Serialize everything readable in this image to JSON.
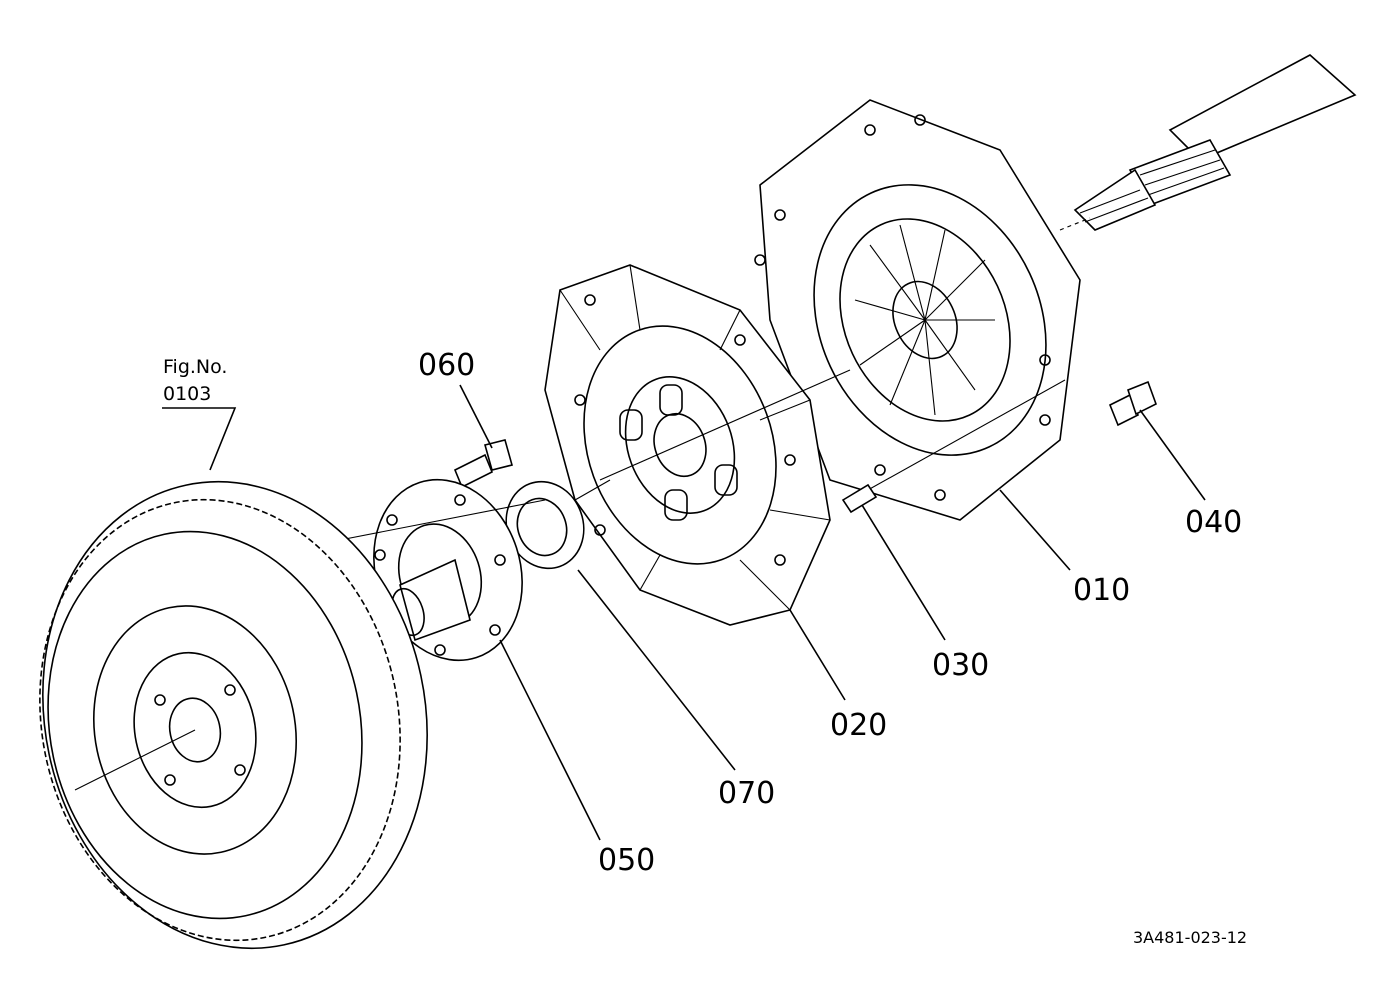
{
  "figure": {
    "ref_label_line1": "Fig.No.",
    "ref_label_line2": "0103",
    "drawing_code": "3A481-023-12"
  },
  "callouts": [
    {
      "id": "010",
      "label": "010"
    },
    {
      "id": "020",
      "label": "020"
    },
    {
      "id": "030",
      "label": "030"
    },
    {
      "id": "040",
      "label": "040"
    },
    {
      "id": "050",
      "label": "050"
    },
    {
      "id": "060",
      "label": "060"
    },
    {
      "id": "070",
      "label": "070"
    }
  ]
}
